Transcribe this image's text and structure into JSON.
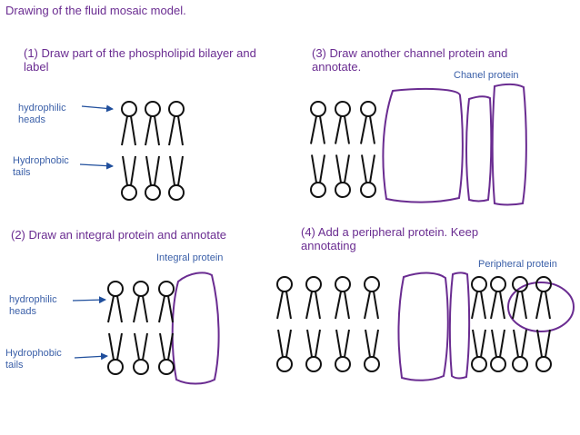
{
  "title": "Drawing of the fluid mosaic model.",
  "panel1": {
    "heading_line1": "(1) Draw part of the phospholipid bilayer and",
    "heading_line2": "label",
    "head_label_line1": "hydrophilic",
    "head_label_line2": "heads",
    "tail_label_line1": "Hydrophobic",
    "tail_label_line2": "tails"
  },
  "panel2": {
    "heading": "(2) Draw an integral protein and annotate",
    "protein_label": "Integral protein",
    "head_label_line1": "hydrophilic",
    "head_label_line2": "heads",
    "tail_label_line1": "Hydrophobic",
    "tail_label_line2": "tails"
  },
  "panel3": {
    "heading_line1": "(3) Draw another channel protein and",
    "heading_line2": "annotate.",
    "protein_label": "Chanel protein"
  },
  "panel4": {
    "heading_line1": "(4) Add a peripheral protein. Keep",
    "heading_line2": "annotating",
    "protein_label": "Peripheral protein"
  },
  "colors": {
    "heading": "#6a2c91",
    "label": "#3a5fa8",
    "protein_outline": "#6a2c91",
    "lipid": "#111111"
  }
}
